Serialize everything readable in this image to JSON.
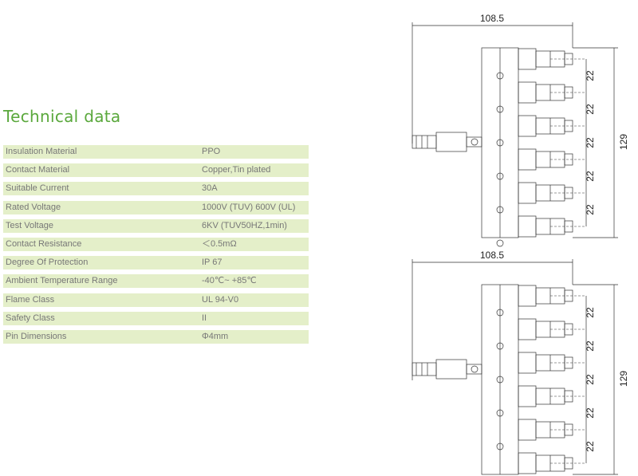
{
  "title": "Technical data",
  "specs": [
    {
      "label": "Insulation Material",
      "value": "PPO"
    },
    {
      "label": "Contact Material",
      "value": "Copper,Tin plated"
    },
    {
      "label": "Suitable Current",
      "value": "30A"
    },
    {
      "label": "Rated Voltage",
      "value": "1000V (TUV)  600V (UL)"
    },
    {
      "label": "Test Voltage",
      "value": "6KV (TUV50HZ,1min)"
    },
    {
      "label": "Contact Resistance",
      "value": "＜0.5mΩ"
    },
    {
      "label": "Degree Of Protection",
      "value": "IP 67"
    },
    {
      "label": "Ambient Temperature Range",
      "value": "-40℃~ +85℃"
    },
    {
      "label": "Flame Class",
      "value": "UL 94-V0"
    },
    {
      "label": "Safety Class",
      "value": "II"
    },
    {
      "label": "Pin Dimensions",
      "value": "Φ4mm"
    }
  ],
  "drawings": [
    {
      "width_label": "108.5",
      "height_label": "129",
      "pitch_labels": [
        "22",
        "22",
        "22",
        "22",
        "22"
      ]
    },
    {
      "width_label": "108.5",
      "height_label": "129",
      "pitch_labels": [
        "22",
        "22",
        "22",
        "22",
        "22"
      ]
    }
  ],
  "colors": {
    "accent": "#5aa83c",
    "row_bg": "#e4efc9",
    "text": "#777777"
  }
}
